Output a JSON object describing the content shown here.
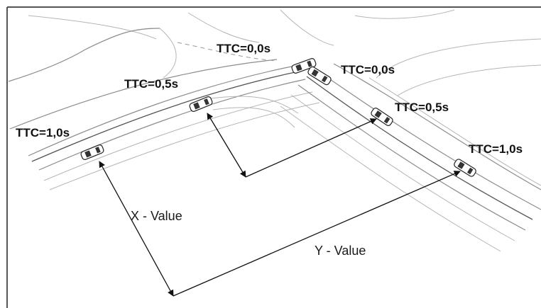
{
  "ttc_labels": {
    "left_10": "TTC=1,0s",
    "left_05": "TTC=0,5s",
    "left_00": "TTC=0,0s",
    "right_00": "TTC=0,0s",
    "right_05": "TTC=0,5s",
    "right_10": "TTC=1,0s"
  },
  "x_value_label": "X - Value",
  "y_value_label": "Y - Value"
}
